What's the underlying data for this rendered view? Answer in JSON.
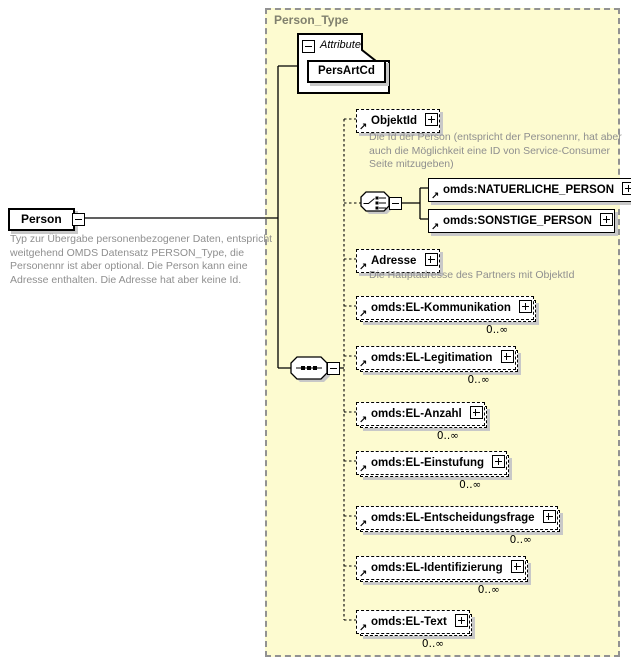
{
  "container": {
    "label": "Person_Type"
  },
  "root": {
    "label": "Person",
    "description_lines": [
      "Typ zur Übergabe personenbezogener Daten, entspricht",
      "weitgehend OMDS Datensatz PERSON_Type, die",
      "Personennr ist aber optional. Die Person kann eine",
      "Adresse enthalten. Die Adresse hat aber keine Id."
    ]
  },
  "attribute_section": {
    "label": "Attribute",
    "attributes": [
      {
        "name": "PersArtCd"
      }
    ]
  },
  "choice": {
    "branches": [
      {
        "label": "omds:NATUERLICHE_PERSON"
      },
      {
        "label": "omds:SONSTIGE_PERSON"
      }
    ]
  },
  "elements": [
    {
      "label": "ObjektId",
      "description_lines": [
        "Die Id der Person (entspricht der Personennr, hat aber",
        "auch die Möglichkeit eine ID von Service-Consumer",
        "Seite mitzugeben)"
      ]
    },
    {
      "label": "Adresse",
      "description_lines": [
        "Die Hauptadresse des Partners mit ObjektId"
      ]
    },
    {
      "label": "omds:EL-Kommunikation",
      "occurs": "0..∞"
    },
    {
      "label": "omds:EL-Legitimation",
      "occurs": "0..∞"
    },
    {
      "label": "omds:EL-Anzahl",
      "occurs": "0..∞"
    },
    {
      "label": "omds:EL-Einstufung",
      "occurs": "0..∞"
    },
    {
      "label": "omds:EL-Entscheidungsfrage",
      "occurs": "0..∞"
    },
    {
      "label": "omds:EL-Identifizierung",
      "occurs": "0..∞"
    },
    {
      "label": "omds:EL-Text",
      "occurs": "0..∞"
    }
  ],
  "icons": {
    "sequence": "sequence-icon",
    "choice": "choice-icon",
    "expand": "+",
    "collapse": "−",
    "reference": "↗"
  },
  "colors": {
    "container_bg": "#fdfbd0",
    "container_border": "#929292",
    "box_border": "#000000",
    "shadow": "#c8c8c8",
    "annotation_text": "#8f8f8f",
    "container_label_text": "#80806e"
  }
}
